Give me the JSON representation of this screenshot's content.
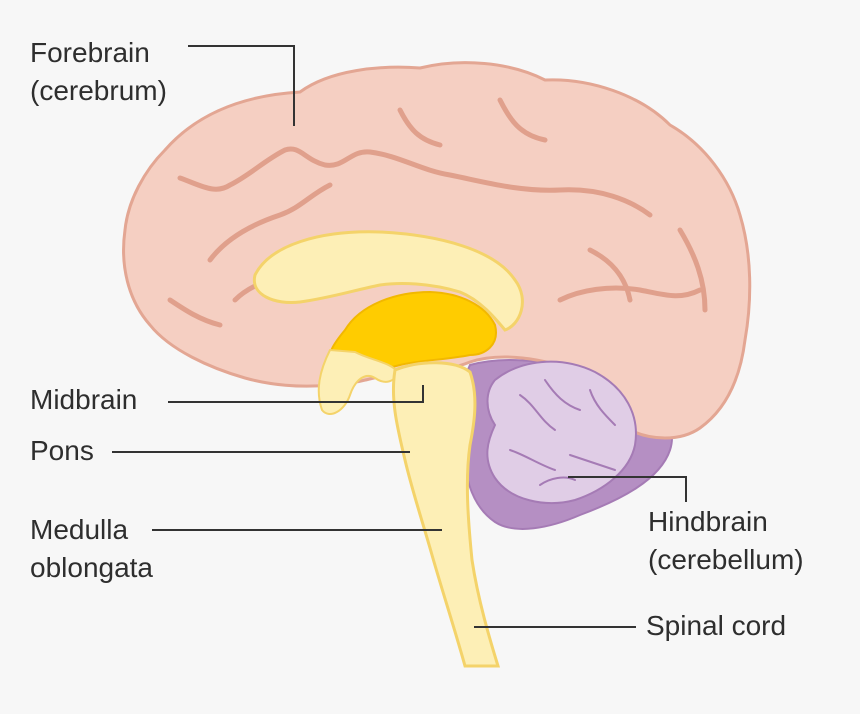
{
  "labels": {
    "forebrain": [
      "Forebrain",
      "(cerebrum)"
    ],
    "midbrain": "Midbrain",
    "pons": "Pons",
    "medulla": [
      "Medulla",
      "oblongata"
    ],
    "hindbrain": [
      "Hindbrain",
      "(cerebellum)"
    ],
    "spinal_cord": "Spinal cord"
  },
  "colors": {
    "background": "#f7f7f7",
    "cerebrum_fill": "#f5cfc2",
    "cerebrum_outline": "#e3a693",
    "gyri": "#e0a08c",
    "brainstem_fill": "#fdefb6",
    "brainstem_outline": "#f4d36a",
    "thalamus": "#ffcc00",
    "cerebellum_light": "#e0cde6",
    "cerebellum_dark": "#b58fc3",
    "leader_line": "#333333"
  }
}
